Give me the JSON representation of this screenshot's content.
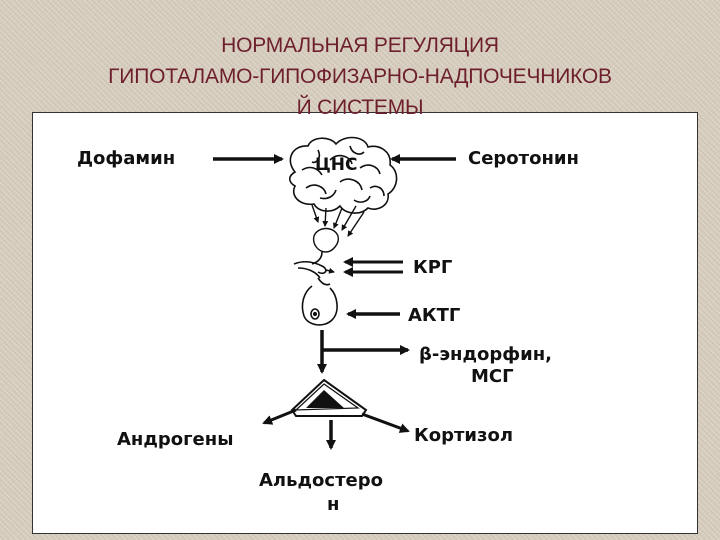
{
  "title": {
    "line1": "НОРМАЛЬНАЯ РЕГУЛЯЦИЯ",
    "line2": "ГИПОТАЛАМО-ГИПОФИЗАРНО-НАДПОЧЕЧНИКОВ",
    "line3": "Й СИСТЕМЫ"
  },
  "colors": {
    "title": "#6e1f2e",
    "background": "#d9cfc0",
    "panel": "#ffffff",
    "ink": "#111111"
  },
  "diagram": {
    "dopamine": "Дофамин",
    "serotonin": "Серотонин",
    "cns": "ЦНС",
    "crh": "КРГ",
    "acth": "АКТГ",
    "endorphin_line1": "β-эндорфин,",
    "endorphin_line2": "МСГ",
    "androgens": "Андрогены",
    "cortisol": "Кортизол",
    "aldosterone_line1": "Альдостеро",
    "aldosterone_line2": "н"
  }
}
